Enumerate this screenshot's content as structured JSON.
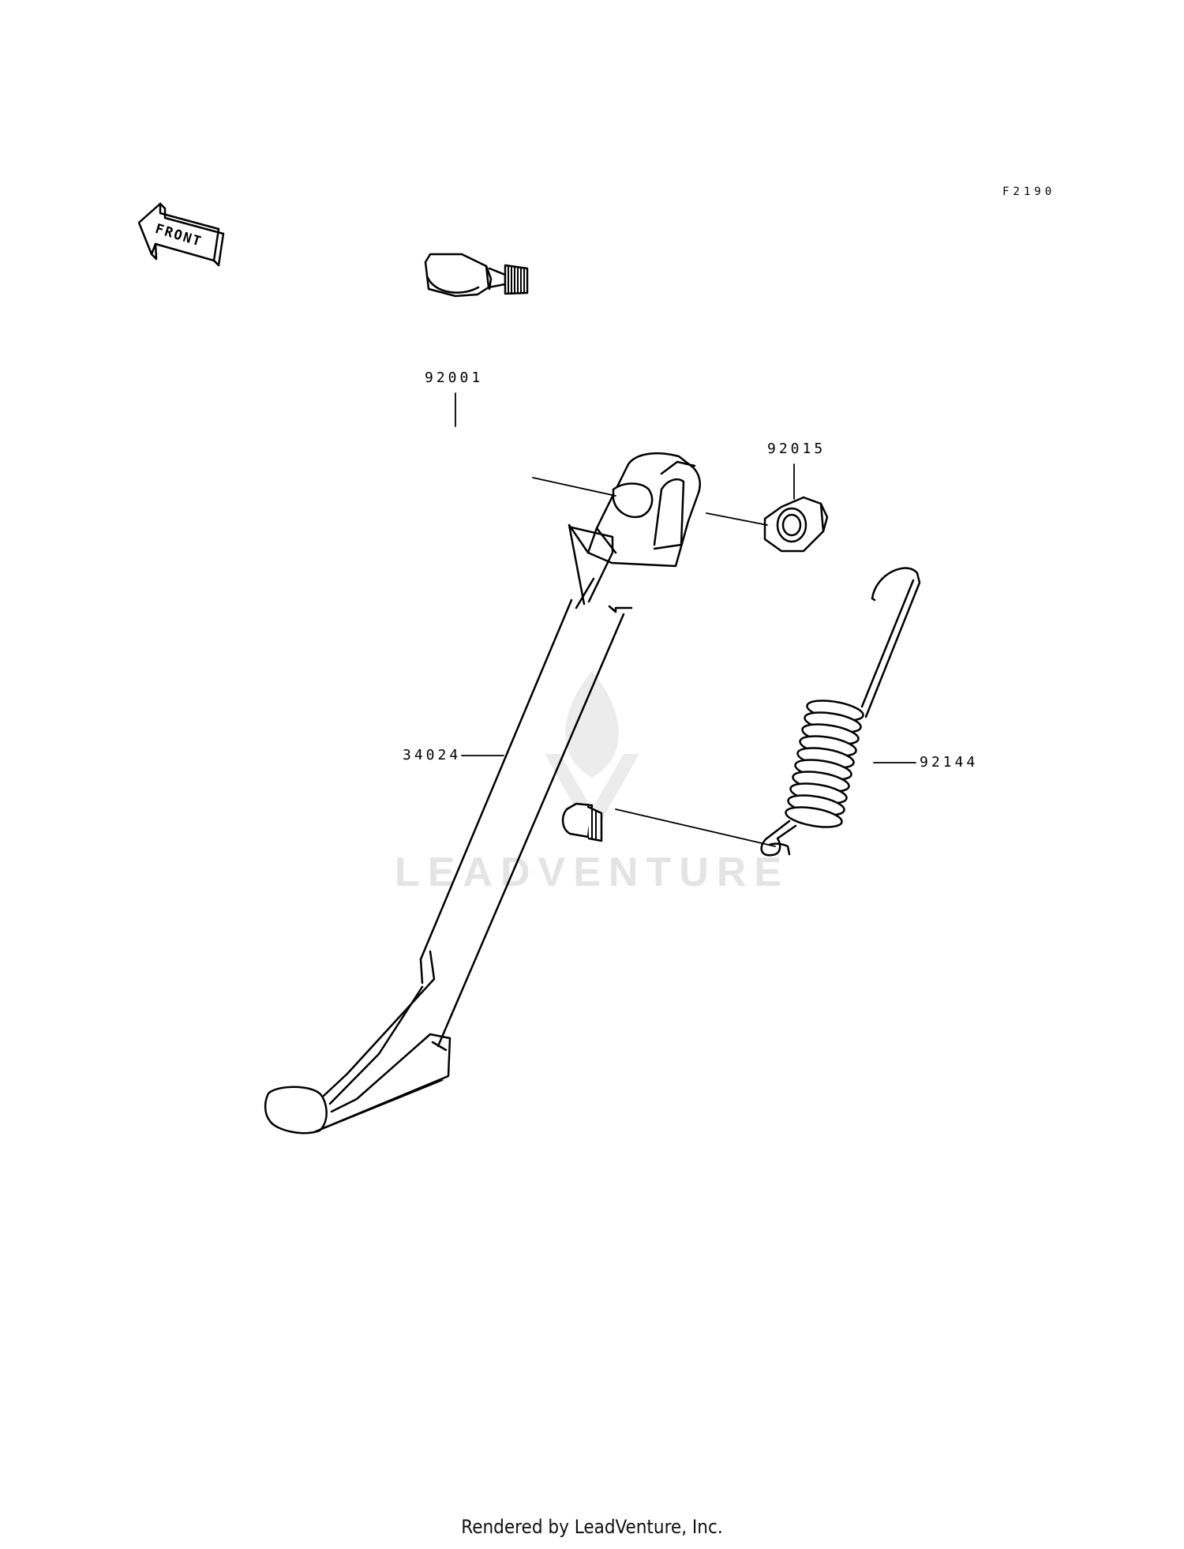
{
  "figure_code": "F2190",
  "front_label": "FRONT",
  "watermark_text": "LEADVENTURE",
  "footer": "Rendered by LeadVenture, Inc.",
  "parts": [
    {
      "number": "92001",
      "part": "bolt"
    },
    {
      "number": "92015",
      "part": "nut"
    },
    {
      "number": "34024",
      "part": "stand"
    },
    {
      "number": "92144",
      "part": "spring"
    }
  ],
  "colors": {
    "line": "#000000",
    "watermark": "#e4e4e4"
  }
}
